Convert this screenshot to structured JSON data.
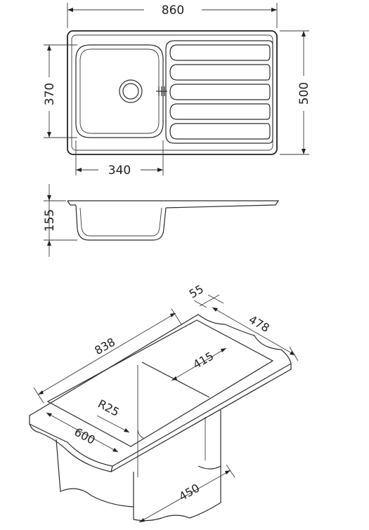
{
  "dimensions": {
    "top_width": "860",
    "bowl_height": "370",
    "overall_depth": "500",
    "bowl_width": "340",
    "bowl_depth": "155",
    "cutout_depth": "55",
    "cutout_side": "478",
    "cutout_length": "838",
    "drainer_cut": "415",
    "corner_radius": "R25",
    "cabinet_front": "600",
    "cabinet_width": "450"
  }
}
